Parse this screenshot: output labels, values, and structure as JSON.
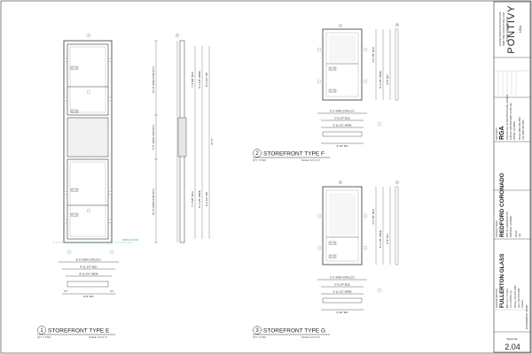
{
  "views": {
    "e": {
      "num": "1",
      "title": "STOREFRONT TYPE E",
      "qty": "QTY: X TWO",
      "scale": "SCALE: 1/2\"=1'-0\"",
      "note": "FINISH FLOOR"
    },
    "f": {
      "num": "2",
      "title": "STOREFRONT TYPE F",
      "qty": "QTY: X TWO",
      "scale": "SCALE: 1/2\"=1'-0\""
    },
    "g": {
      "num": "3",
      "title": "STOREFRONT TYPE G",
      "qty": "QTY: X TWO",
      "scale": "SCALE: 1/2\"=1'-0\""
    }
  },
  "dims": {
    "w_overall": "8'-0\" (PER STRUCT.)",
    "w_inside": "8'-11 1/4\" BLD",
    "w_ro": "8'-11 3/4\" WIDE",
    "w_short": "8'-5\" RO",
    "ht_top": "10'-0\" (PER STRUCT.)",
    "ht_mid": "5'-5\" (PER STRUCT.)",
    "ht_bot": "10'-0\" (PER STRUCT.)",
    "ht_r1": "7'-4 5/8\" BLD",
    "ht_r2": "8'-1 1/8\" WIDE",
    "ht_r3": "8'-9 1/2\" RO",
    "ht_tot": "37'-0\"",
    "gl1": "GL-03",
    "gl2": "GL-02",
    "sill": "3/4\"",
    "f_w1": "3'-2\" (PER STRUCT.)",
    "f_w2": "3'-0 1/4\" BLD",
    "f_w3": "3'-11 1/2\" WIDE",
    "f_w4": "3'-10\" RO",
    "f_h1": "4'-5 7/8\" BLD",
    "f_h2": "8'-4 7/8\" WIDE",
    "f_h3": "8'-8\" RO"
  },
  "grids": [
    "A",
    "B",
    "C",
    "D",
    "E",
    "F"
  ],
  "title_block": {
    "brand": "PONTIVY",
    "brand_sub": "USA",
    "contact": "CONTACT@PONTIVYUSA.COM",
    "website": "WEB SITE: PONTIVYUSA.COM",
    "phone": "PHONE: (323) 888-4720",
    "architect_label": "ARCHITECT",
    "architect": "RGA",
    "architect_line1": "RGA OFFICE OF ARCHITECTURAL DESIGN",
    "architect_line2": "15231 ALTON PARKWAY, SUITE 100",
    "architect_line3": "IRVINE, CA 92618",
    "architect_phone": "Phone: (949) 341-0920",
    "architect_fax": "Fax: (949) 341-0921",
    "project_label": "PROJECT NAME",
    "project": "REDFORD CORONADO",
    "project_line1": "2671 W. CORONADO RD",
    "project_line2": "ANAHEIM, CA 92806",
    "project_phone": "Phone:",
    "project_fax": "Fax:",
    "contractor_label": "SUBCONTRACTOR",
    "contractor": "FULLERTON GLASS",
    "contractor_line1": "885 S.ALLY PLACE",
    "contractor_line2": "FULLERTON, CA",
    "contractor_phone": "Phone: (714) 871-3220",
    "contractor_fax": "Fax: (714) 871-3222",
    "contractor_contact": "Contact:",
    "stamp": "ENGINEERING STAMP",
    "sheet_label": "Sheet No.",
    "sheet": "2.04"
  },
  "colors": {
    "line": "#333333",
    "cyan": "#1aa6b7",
    "grid": "#4fb6c9"
  }
}
